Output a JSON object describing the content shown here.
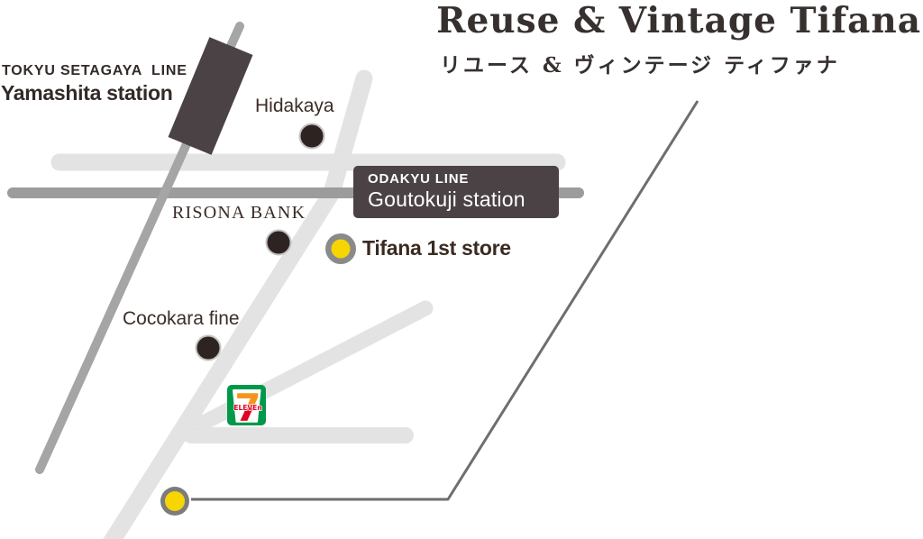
{
  "header": {
    "title_en": "Reuse & Vintage Tifana",
    "title_ja": "リユース & ヴィンテージ ティファナ"
  },
  "stations": {
    "yamashita": {
      "line": "TOKYU SETAGAYA  LINE",
      "name": "Yamashita station"
    },
    "goutokuji": {
      "line": "ODAKYU LINE",
      "name": "Goutokuji station"
    }
  },
  "landmarks": {
    "hidakaya": "Hidakaya",
    "risona_bank": "RISONA BANK",
    "tifana_1st_store": "Tifana 1st store",
    "cocokara_fine": "Cocokara fine",
    "seven_eleven": {
      "seven": "7",
      "eleven": "ELEVEn"
    }
  },
  "colors": {
    "road": "#e3e3e3",
    "railway_odakyu": "#9c9c9c",
    "railway_setagaya": "#a5a5a5",
    "station_dark": "#4a4244",
    "leader_line": "#6e6e6e",
    "marker_dark": "#2d2422",
    "marker_outline": "#c3c3c3",
    "marker_ring_gray": "#8a8a8a",
    "marker_yellow": "#f7d500",
    "seven_green": "#00994a",
    "seven_orange": "#f6951d",
    "seven_red": "#df0024"
  }
}
